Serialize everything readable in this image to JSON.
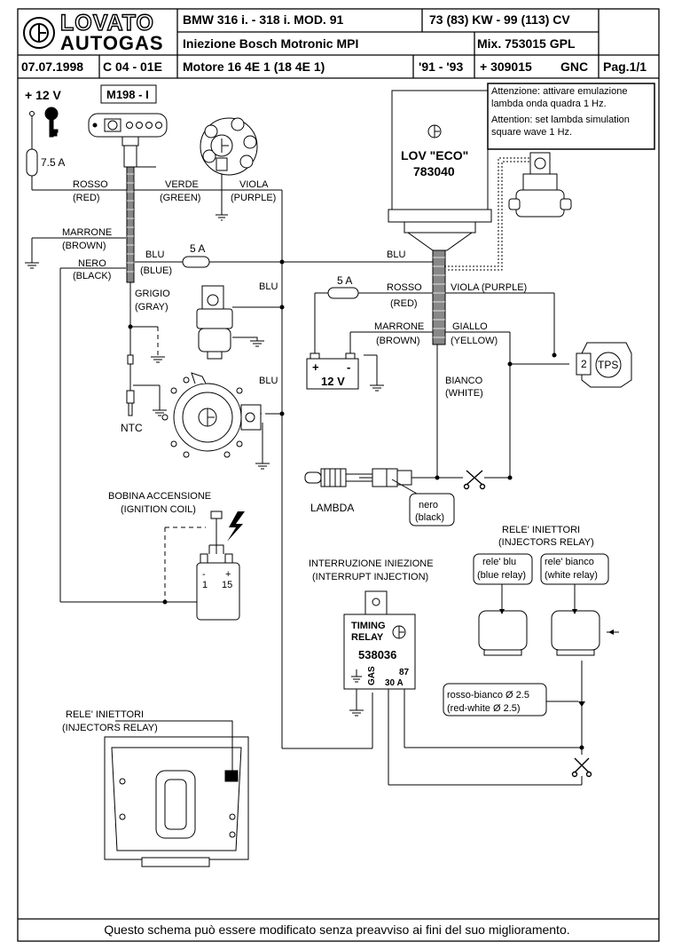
{
  "header": {
    "logo_top": "LOVATO",
    "logo_bottom": "AUTOGAS",
    "model": "BMW   316 i. - 318 i.   MOD. 91",
    "power": "73 (83) KW - 99 (113) CV",
    "injection": "Iniezione Bosch  Motronic    MPI",
    "mixer": "Mix. 753015  GPL",
    "date": "07.07.1998",
    "code": "C 04 - 01E",
    "engine": "Motore    16 4E 1  (18 4E 1)",
    "years": "'91 - '93",
    "gnc_code": "+ 309015",
    "gnc": "GNC",
    "page": "Pag.1/1"
  },
  "note": {
    "it_line1": "Attenzione: attivare emulazione",
    "it_line2": "lambda onda quadra 1 Hz.",
    "en_line1": "Attention: set lambda simulation",
    "en_line2": "square wave 1 Hz."
  },
  "labels": {
    "plus12v": "+ 12 V",
    "m198": "M198 - I",
    "fuse75": "7.5 A",
    "rosso": "ROSSO",
    "red": "(RED)",
    "verde": "VERDE",
    "green": "(GREEN)",
    "viola": "VIOLA",
    "purple": "(PURPLE)",
    "marrone": "MARRONE",
    "brown": "(BROWN)",
    "nero": "NERO",
    "black": "(BLACK)",
    "blu": "BLU",
    "blue": "(BLUE)",
    "fuse5a": "5 A",
    "grigio": "GRIGIO",
    "gray": "(GRAY)",
    "ntc": "NTC",
    "lov_eco": "LOV \"ECO\"",
    "lov_code": "783040",
    "viola_purple": "VIOLA (PURPLE)",
    "giallo": "GIALLO",
    "yellow": "(YELLOW)",
    "bianco": "BIANCO",
    "white": "(WHITE)",
    "battery": "12 V",
    "tps": "TPS",
    "tps_pin": "2",
    "lambda": "LAMBDA",
    "nero_small": "nero",
    "black_small": "(black)",
    "coil_it": "BOBINA ACCENSIONE",
    "coil_en": "(IGNITION COIL)",
    "coil_1": "1",
    "coil_15": "15",
    "coil_minus": "-",
    "coil_plus": "+",
    "interrupt_it": "INTERRUZIONE INIEZIONE",
    "interrupt_en": "(INTERRUPT INJECTION)",
    "timing": "TIMING",
    "relay": "RELAY",
    "relay_code": "538036",
    "gas": "GAS",
    "r87": "87",
    "r30a": "30 A",
    "inj_relay_it": "RELE' INIETTORI",
    "inj_relay_en": "(INJECTORS RELAY)",
    "rele_blu": "rele' blu",
    "blue_relay": "(blue relay)",
    "rele_bianco": "rele' bianco",
    "white_relay": "(white relay)",
    "rosso_bianco": "rosso-bianco  Ø 2.5",
    "red_white": "(red-white  Ø 2.5)",
    "inj_relay2_it": "RELE' INIETTORI",
    "inj_relay2_en": "(INJECTORS RELAY)"
  },
  "footer": "Questo schema può essere modificato senza preavviso ai fini del suo miglioramento."
}
